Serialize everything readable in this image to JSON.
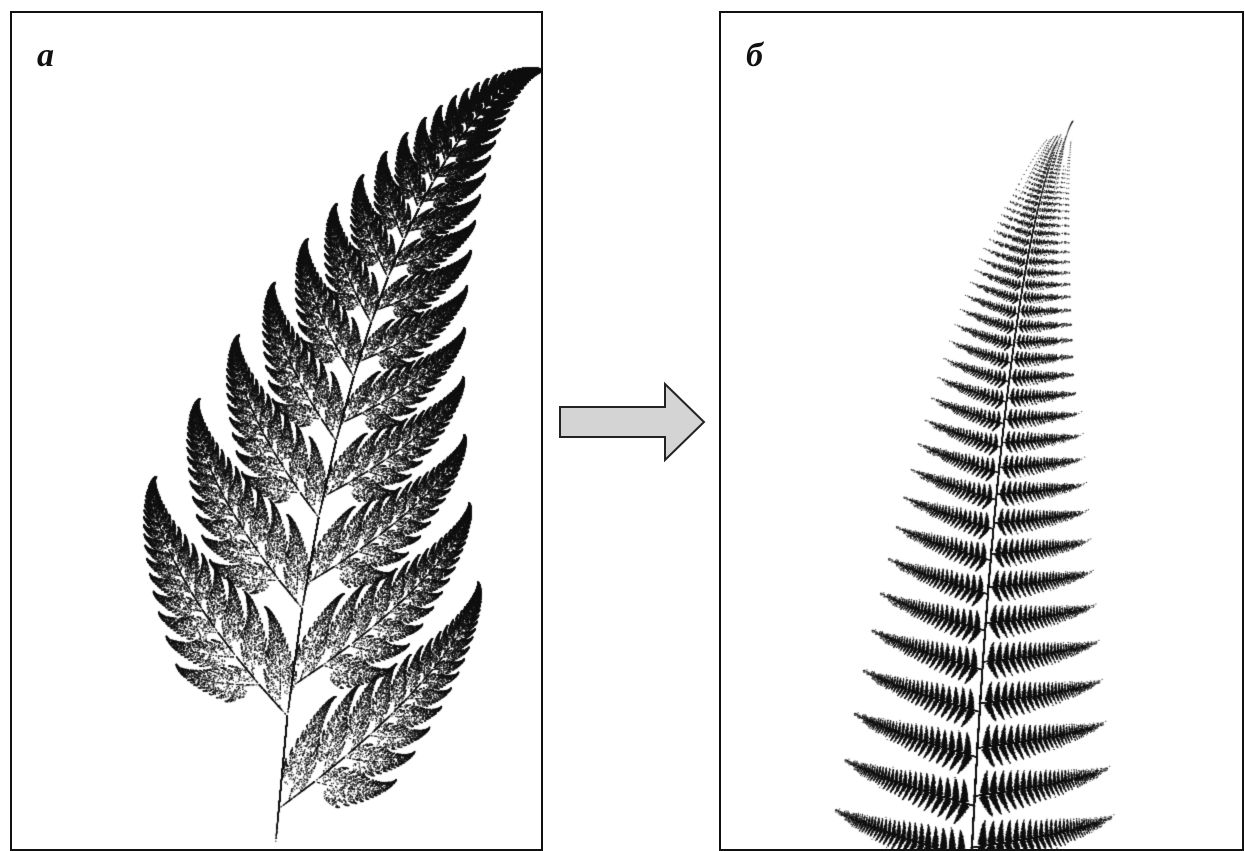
{
  "figure": {
    "panels": [
      {
        "id": "a",
        "label": "а",
        "content": "barnsley-fern-sparse-pinnae"
      },
      {
        "id": "b",
        "label": "б",
        "content": "barnsley-fern-dense-pinnae"
      }
    ],
    "arrow": {
      "direction": "right",
      "fill": "#d4d4d4",
      "stroke": "#222222"
    },
    "colors": {
      "ink": "#111111",
      "background": "#ffffff"
    }
  }
}
